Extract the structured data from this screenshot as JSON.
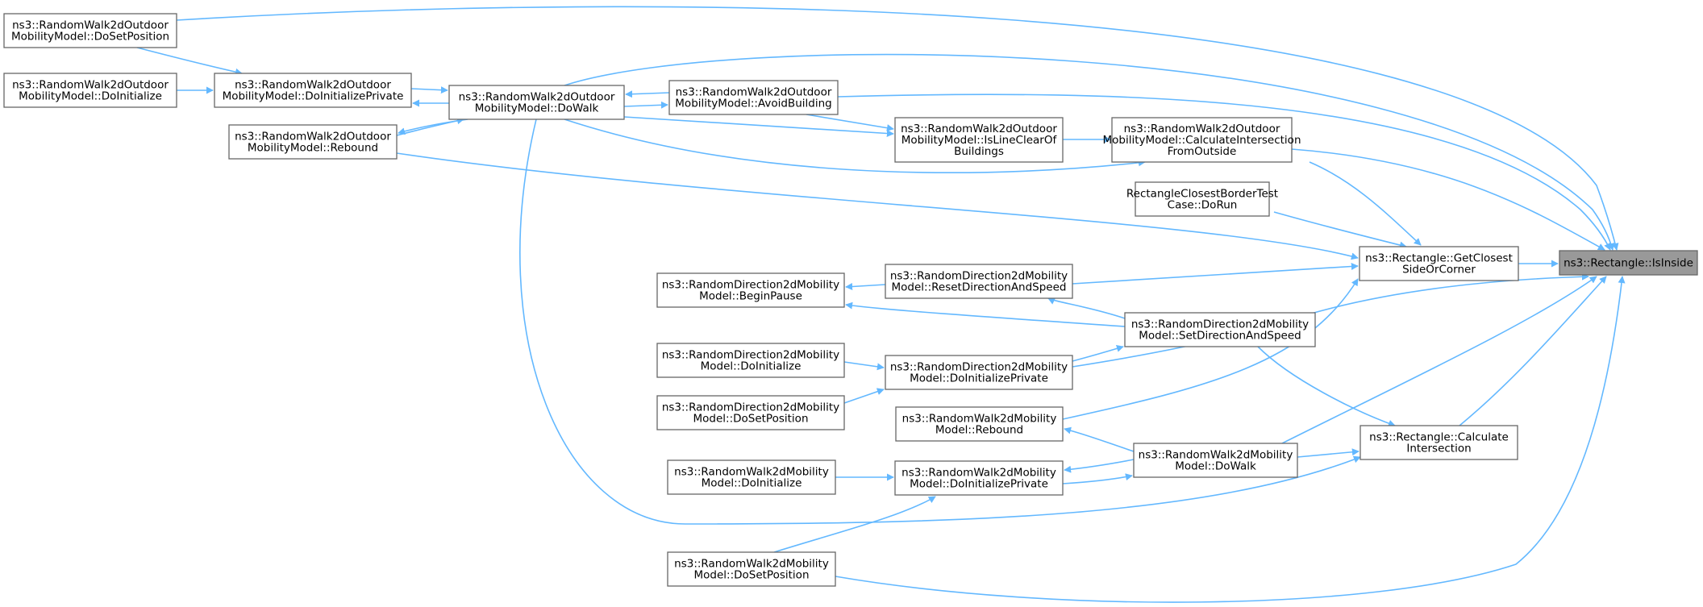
{
  "graph": {
    "root": "is_inside",
    "colors": {
      "edge": "#63b8ff",
      "node_border": "#666666",
      "node_fill": "#ffffff",
      "root_fill": "#999999",
      "text": "#000000"
    },
    "nodes": [
      {
        "id": "is_inside",
        "lines": [
          "ns3::Rectangle::IsInside"
        ]
      },
      {
        "id": "get_closest",
        "lines": [
          "ns3::Rectangle::GetClosest",
          "SideOrCorner"
        ]
      },
      {
        "id": "calc_intersection",
        "lines": [
          "ns3::Rectangle::Calculate",
          "Intersection"
        ]
      },
      {
        "id": "rw2do_calc_from_outside",
        "lines": [
          "ns3::RandomWalk2dOutdoor",
          "MobilityModel::CalculateIntersection",
          "FromOutside"
        ]
      },
      {
        "id": "rect_closest_test",
        "lines": [
          "RectangleClosestBorderTest",
          "Case::DoRun"
        ]
      },
      {
        "id": "rd2d_set_direction",
        "lines": [
          "ns3::RandomDirection2dMobility",
          "Model::SetDirectionAndSpeed"
        ]
      },
      {
        "id": "rw2d_dowalk",
        "lines": [
          "ns3::RandomWalk2dMobility",
          "Model::DoWalk"
        ]
      },
      {
        "id": "rw2do_islineclear",
        "lines": [
          "ns3::RandomWalk2dOutdoor",
          "MobilityModel::IsLineClearOf",
          "Buildings"
        ]
      },
      {
        "id": "rw2do_avoid",
        "lines": [
          "ns3::RandomWalk2dOutdoor",
          "MobilityModel::AvoidBuilding"
        ]
      },
      {
        "id": "rd2d_reset",
        "lines": [
          "ns3::RandomDirection2dMobility",
          "Model::ResetDirectionAndSpeed"
        ]
      },
      {
        "id": "rd2d_doinitpriv",
        "lines": [
          "ns3::RandomDirection2dMobility",
          "Model::DoInitializePrivate"
        ]
      },
      {
        "id": "rw2d_rebound",
        "lines": [
          "ns3::RandomWalk2dMobility",
          "Model::Rebound"
        ]
      },
      {
        "id": "rw2d_doinitpriv",
        "lines": [
          "ns3::RandomWalk2dMobility",
          "Model::DoInitializePrivate"
        ]
      },
      {
        "id": "rw2do_dowalk",
        "lines": [
          "ns3::RandomWalk2dOutdoor",
          "MobilityModel::DoWalk"
        ]
      },
      {
        "id": "rd2d_beginpause",
        "lines": [
          "ns3::RandomDirection2dMobility",
          "Model::BeginPause"
        ]
      },
      {
        "id": "rd2d_doinit",
        "lines": [
          "ns3::RandomDirection2dMobility",
          "Model::DoInitialize"
        ]
      },
      {
        "id": "rd2d_dosetpos",
        "lines": [
          "ns3::RandomDirection2dMobility",
          "Model::DoSetPosition"
        ]
      },
      {
        "id": "rw2d_doinit",
        "lines": [
          "ns3::RandomWalk2dMobility",
          "Model::DoInitialize"
        ]
      },
      {
        "id": "rw2d_dosetpos",
        "lines": [
          "ns3::RandomWalk2dMobility",
          "Model::DoSetPosition"
        ]
      },
      {
        "id": "rw2do_doinitpriv",
        "lines": [
          "ns3::RandomWalk2dOutdoor",
          "MobilityModel::DoInitializePrivate"
        ]
      },
      {
        "id": "rw2do_rebound",
        "lines": [
          "ns3::RandomWalk2dOutdoor",
          "MobilityModel::Rebound"
        ]
      },
      {
        "id": "rw2do_dosetpos",
        "lines": [
          "ns3::RandomWalk2dOutdoor",
          "MobilityModel::DoSetPosition"
        ]
      },
      {
        "id": "rw2do_doinit",
        "lines": [
          "ns3::RandomWalk2dOutdoor",
          "MobilityModel::DoInitialize"
        ]
      }
    ],
    "edges": [
      {
        "from": "get_closest",
        "to": "is_inside"
      },
      {
        "from": "calc_intersection",
        "to": "is_inside"
      },
      {
        "from": "rw2d_dowalk",
        "to": "is_inside"
      },
      {
        "from": "rw2do_calc_from_outside",
        "to": "is_inside"
      },
      {
        "from": "rw2do_avoid",
        "to": "is_inside"
      },
      {
        "from": "rw2do_dowalk",
        "to": "is_inside"
      },
      {
        "from": "rw2do_dosetpos",
        "to": "is_inside"
      },
      {
        "from": "rd2d_doinitpriv",
        "to": "is_inside"
      },
      {
        "from": "rw2d_dosetpos",
        "to": "is_inside"
      },
      {
        "from": "rw2do_calc_from_outside",
        "to": "get_closest"
      },
      {
        "from": "rect_closest_test",
        "to": "get_closest"
      },
      {
        "from": "rd2d_reset",
        "to": "get_closest"
      },
      {
        "from": "rw2do_rebound",
        "to": "get_closest"
      },
      {
        "from": "rw2d_rebound",
        "to": "get_closest"
      },
      {
        "from": "rd2d_set_direction",
        "to": "calc_intersection"
      },
      {
        "from": "rw2d_dowalk",
        "to": "calc_intersection"
      },
      {
        "from": "rw2do_dowalk",
        "to": "calc_intersection"
      },
      {
        "from": "rw2do_islineclear",
        "to": "rw2do_calc_from_outside"
      },
      {
        "from": "rw2do_dowalk",
        "to": "rw2do_calc_from_outside"
      },
      {
        "from": "rd2d_set_direction",
        "to": "rd2d_reset"
      },
      {
        "from": "rd2d_set_direction",
        "to": "rd2d_beginpause"
      },
      {
        "from": "rd2d_doinitpriv",
        "to": "rd2d_set_direction"
      },
      {
        "from": "rw2d_dowalk",
        "to": "rw2d_rebound"
      },
      {
        "from": "rw2d_dowalk",
        "to": "rw2d_doinitpriv"
      },
      {
        "from": "rw2d_doinitpriv",
        "to": "rw2d_dowalk"
      },
      {
        "from": "rw2do_avoid",
        "to": "rw2do_islineclear"
      },
      {
        "from": "rw2do_dowalk",
        "to": "rw2do_islineclear"
      },
      {
        "from": "rw2do_dowalk",
        "to": "rw2do_avoid"
      },
      {
        "from": "rw2do_avoid",
        "to": "rw2do_dowalk"
      },
      {
        "from": "rd2d_reset",
        "to": "rd2d_beginpause"
      },
      {
        "from": "rd2d_doinit",
        "to": "rd2d_doinitpriv"
      },
      {
        "from": "rd2d_dosetpos",
        "to": "rd2d_doinitpriv"
      },
      {
        "from": "rw2d_doinit",
        "to": "rw2d_doinitpriv"
      },
      {
        "from": "rw2d_dosetpos",
        "to": "rw2d_doinitpriv"
      },
      {
        "from": "rw2do_dowalk",
        "to": "rw2do_doinitpriv"
      },
      {
        "from": "rw2do_doinitpriv",
        "to": "rw2do_dowalk"
      },
      {
        "from": "rw2do_dowalk",
        "to": "rw2do_rebound"
      },
      {
        "from": "rw2do_rebound",
        "to": "rw2do_dowalk"
      },
      {
        "from": "rw2do_dosetpos",
        "to": "rw2do_doinitpriv"
      },
      {
        "from": "rw2do_doinit",
        "to": "rw2do_doinitpriv"
      }
    ]
  }
}
